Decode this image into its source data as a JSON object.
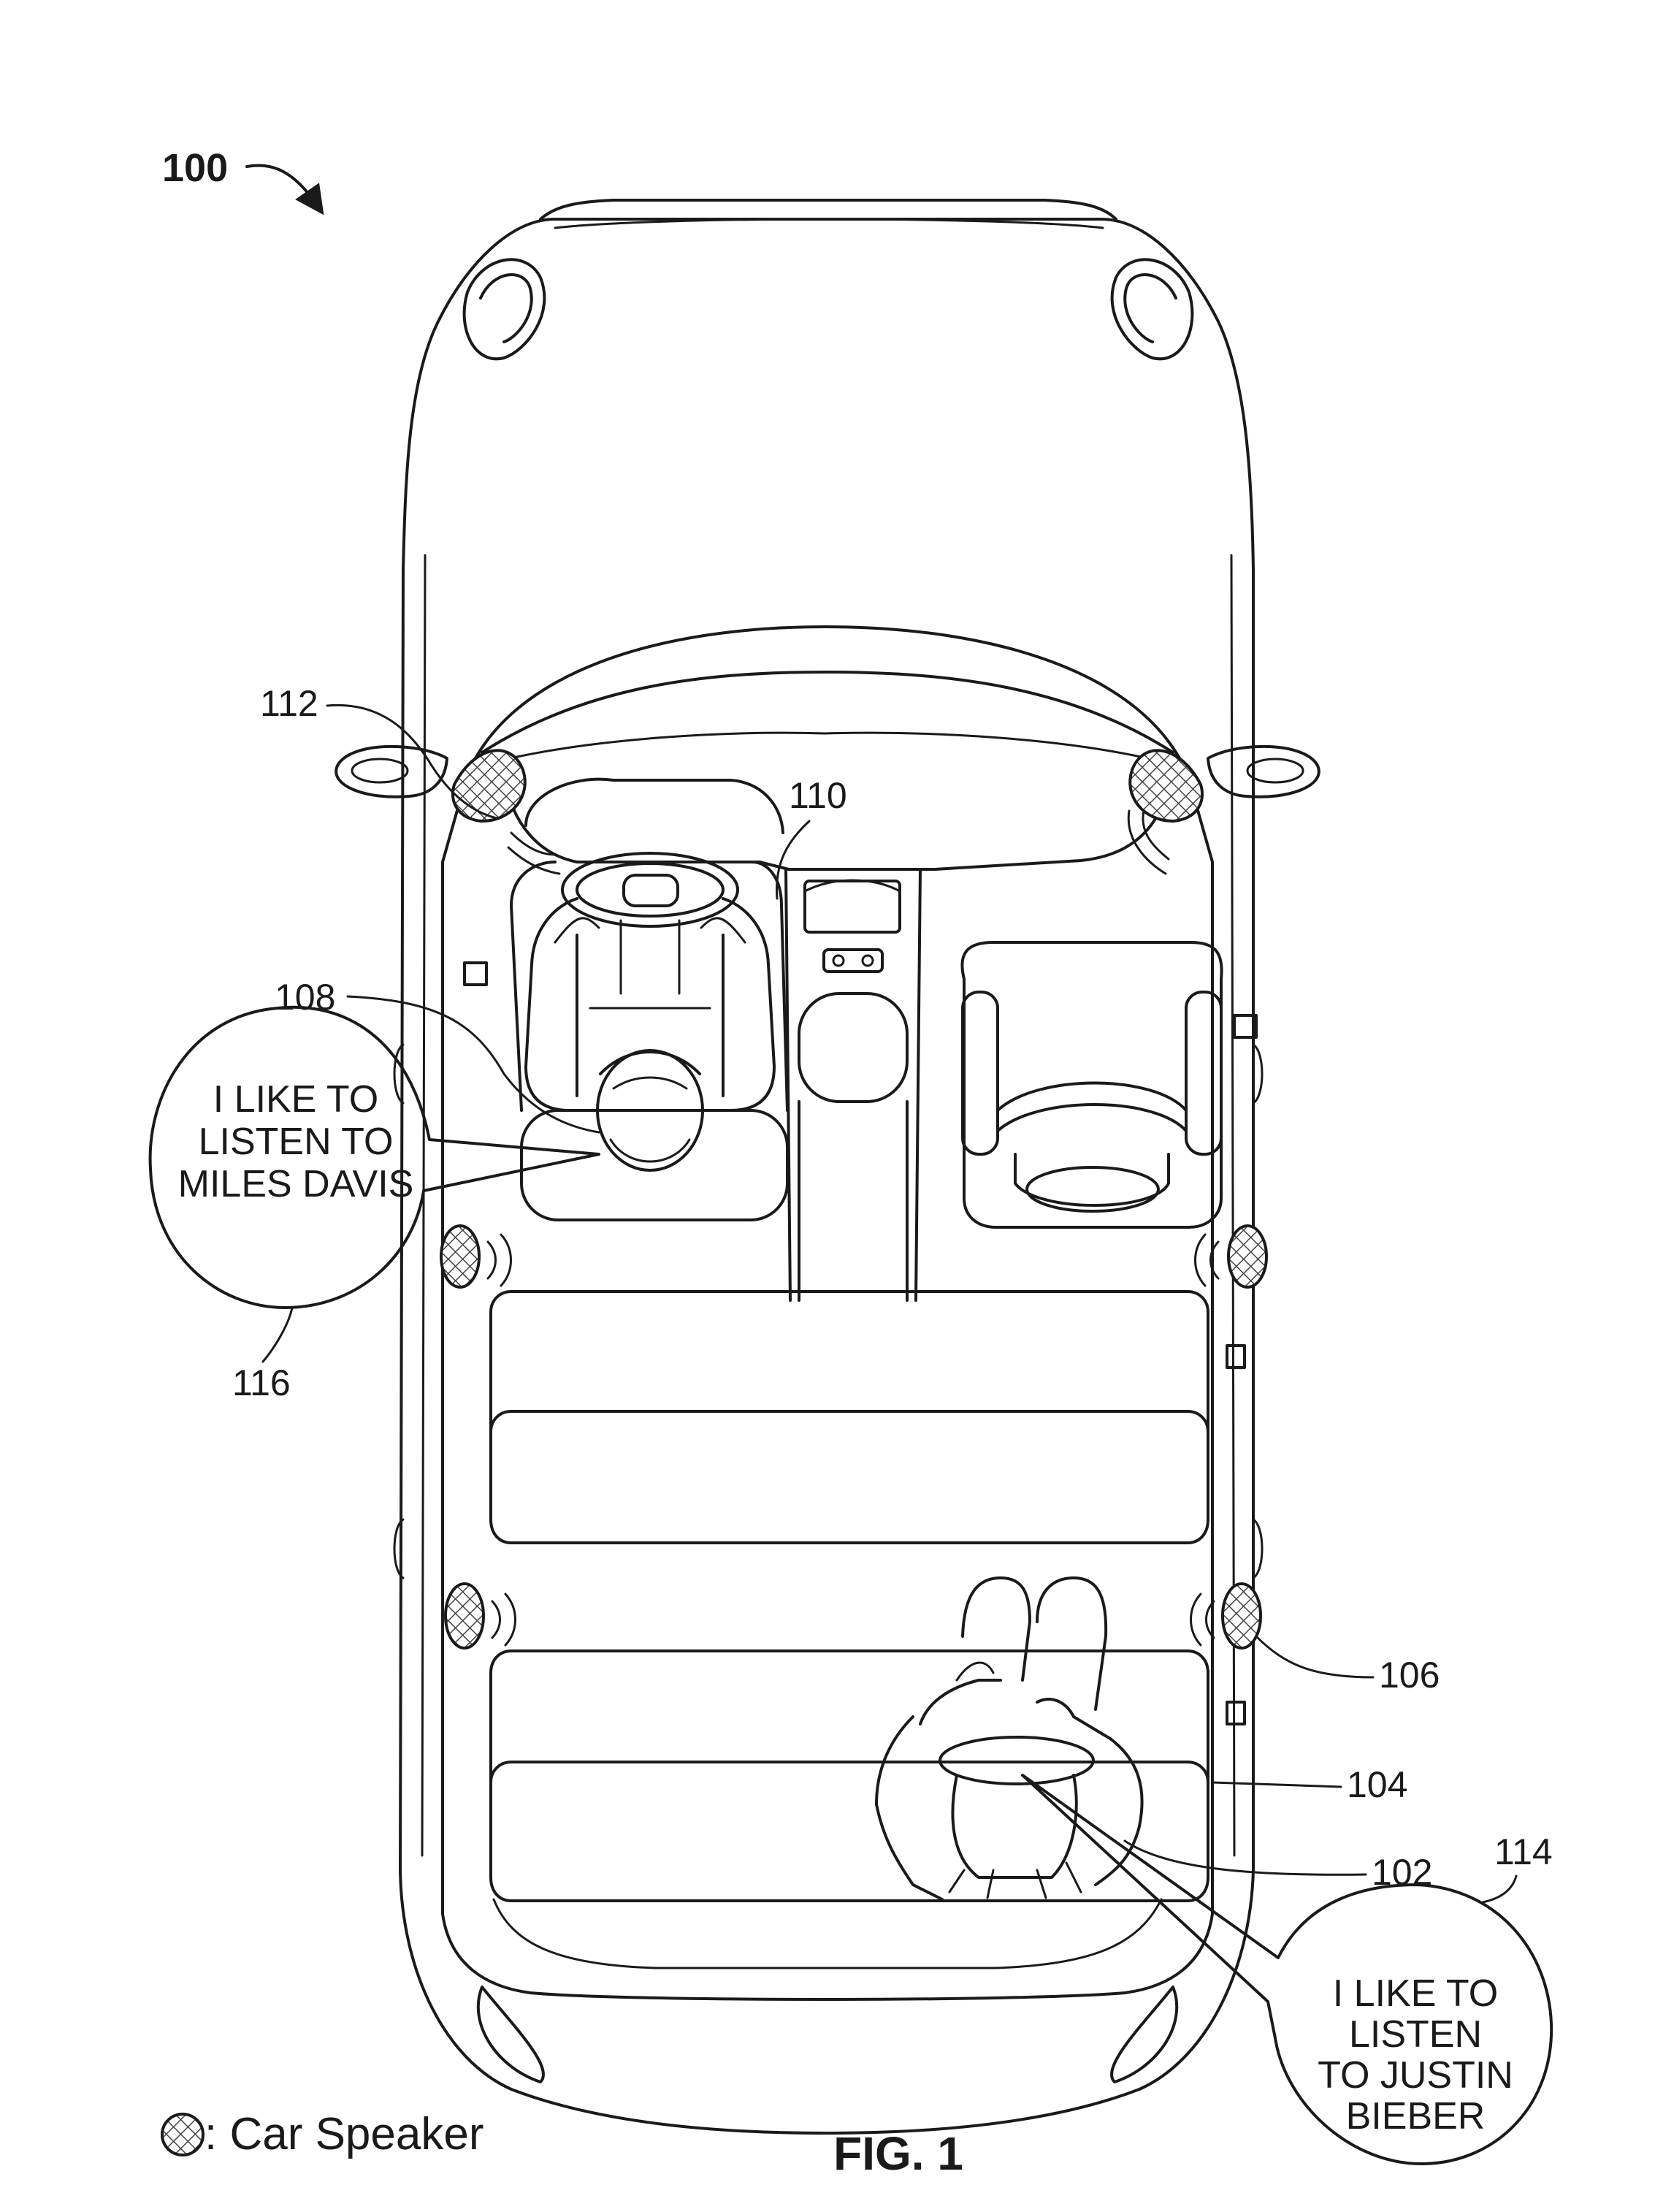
{
  "figure": {
    "main_ref": "100",
    "caption": "FIG. 1"
  },
  "references": {
    "r102": "102",
    "r104": "104",
    "r106": "106",
    "r108": "108",
    "r110": "110",
    "r112": "112",
    "r114": "114",
    "r116": "116"
  },
  "bubble_front": {
    "lines": [
      "I LIKE TO",
      "LISTEN TO",
      "MILES DAVIS"
    ]
  },
  "bubble_rear": {
    "lines": [
      "I LIKE TO",
      "LISTEN",
      "TO JUSTIN",
      "BIEBER"
    ]
  },
  "legend": {
    "label": ": Car Speaker",
    "icon": "hatched-circle"
  },
  "colors": {
    "line": "#1a1a1a",
    "background": "#ffffff"
  }
}
